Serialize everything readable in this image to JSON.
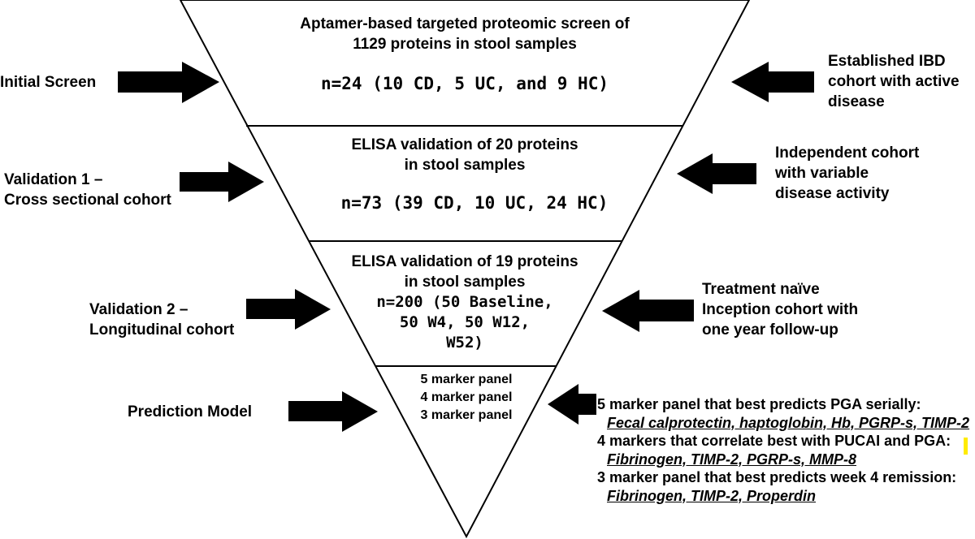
{
  "tiers": [
    {
      "description_lines": [
        "Aptamer-based targeted proteomic screen of",
        "1129 proteins in stool samples"
      ],
      "sample_lines": [
        "n=24 (10 CD, 5 UC, and 9 HC)"
      ],
      "left_label_lines": [
        "Initial Screen"
      ],
      "right_label_lines": [
        "Established IBD",
        "cohort with active",
        "disease"
      ]
    },
    {
      "description_lines": [
        "ELISA validation of 20 proteins",
        "in stool samples"
      ],
      "sample_lines": [
        "n=73 (39 CD, 10 UC, 24 HC)"
      ],
      "left_label_lines": [
        "Validation 1 –",
        "Cross sectional cohort"
      ],
      "right_label_lines": [
        "Independent cohort",
        "with variable",
        "disease activity"
      ]
    },
    {
      "description_lines": [
        "ELISA validation of 19 proteins",
        "in stool samples"
      ],
      "sample_lines": [
        "n=200 (50 Baseline,",
        "50 W4, 50 W12,",
        "W52)"
      ],
      "left_label_lines": [
        "Validation 2 –",
        "Longitudinal cohort"
      ],
      "right_label_lines": [
        "Treatment naïve",
        "Inception cohort with",
        "one year follow-up"
      ]
    },
    {
      "panel_lines": [
        "5 marker panel",
        "4 marker panel",
        "3 marker panel"
      ],
      "left_label_lines": [
        "Prediction Model"
      ]
    }
  ],
  "prediction_results": [
    {
      "heading": "5 marker panel that best predicts PGA serially:",
      "markers": "Fecal calprotectin, haptoglobin, Hb, PGRP-s, TIMP-2"
    },
    {
      "heading": "4 markers that correlate best with PUCAI and PGA:",
      "markers": "Fibrinogen, TIMP-2, PGRP-s, MMP-8"
    },
    {
      "heading": "3 marker panel that best predicts week 4 remission:",
      "markers": "Fibrinogen, TIMP-2, Properdin"
    }
  ],
  "colors": {
    "outline": "#000000",
    "arrow": "#000000",
    "highlight": "#ffeb00",
    "background": "#ffffff"
  }
}
